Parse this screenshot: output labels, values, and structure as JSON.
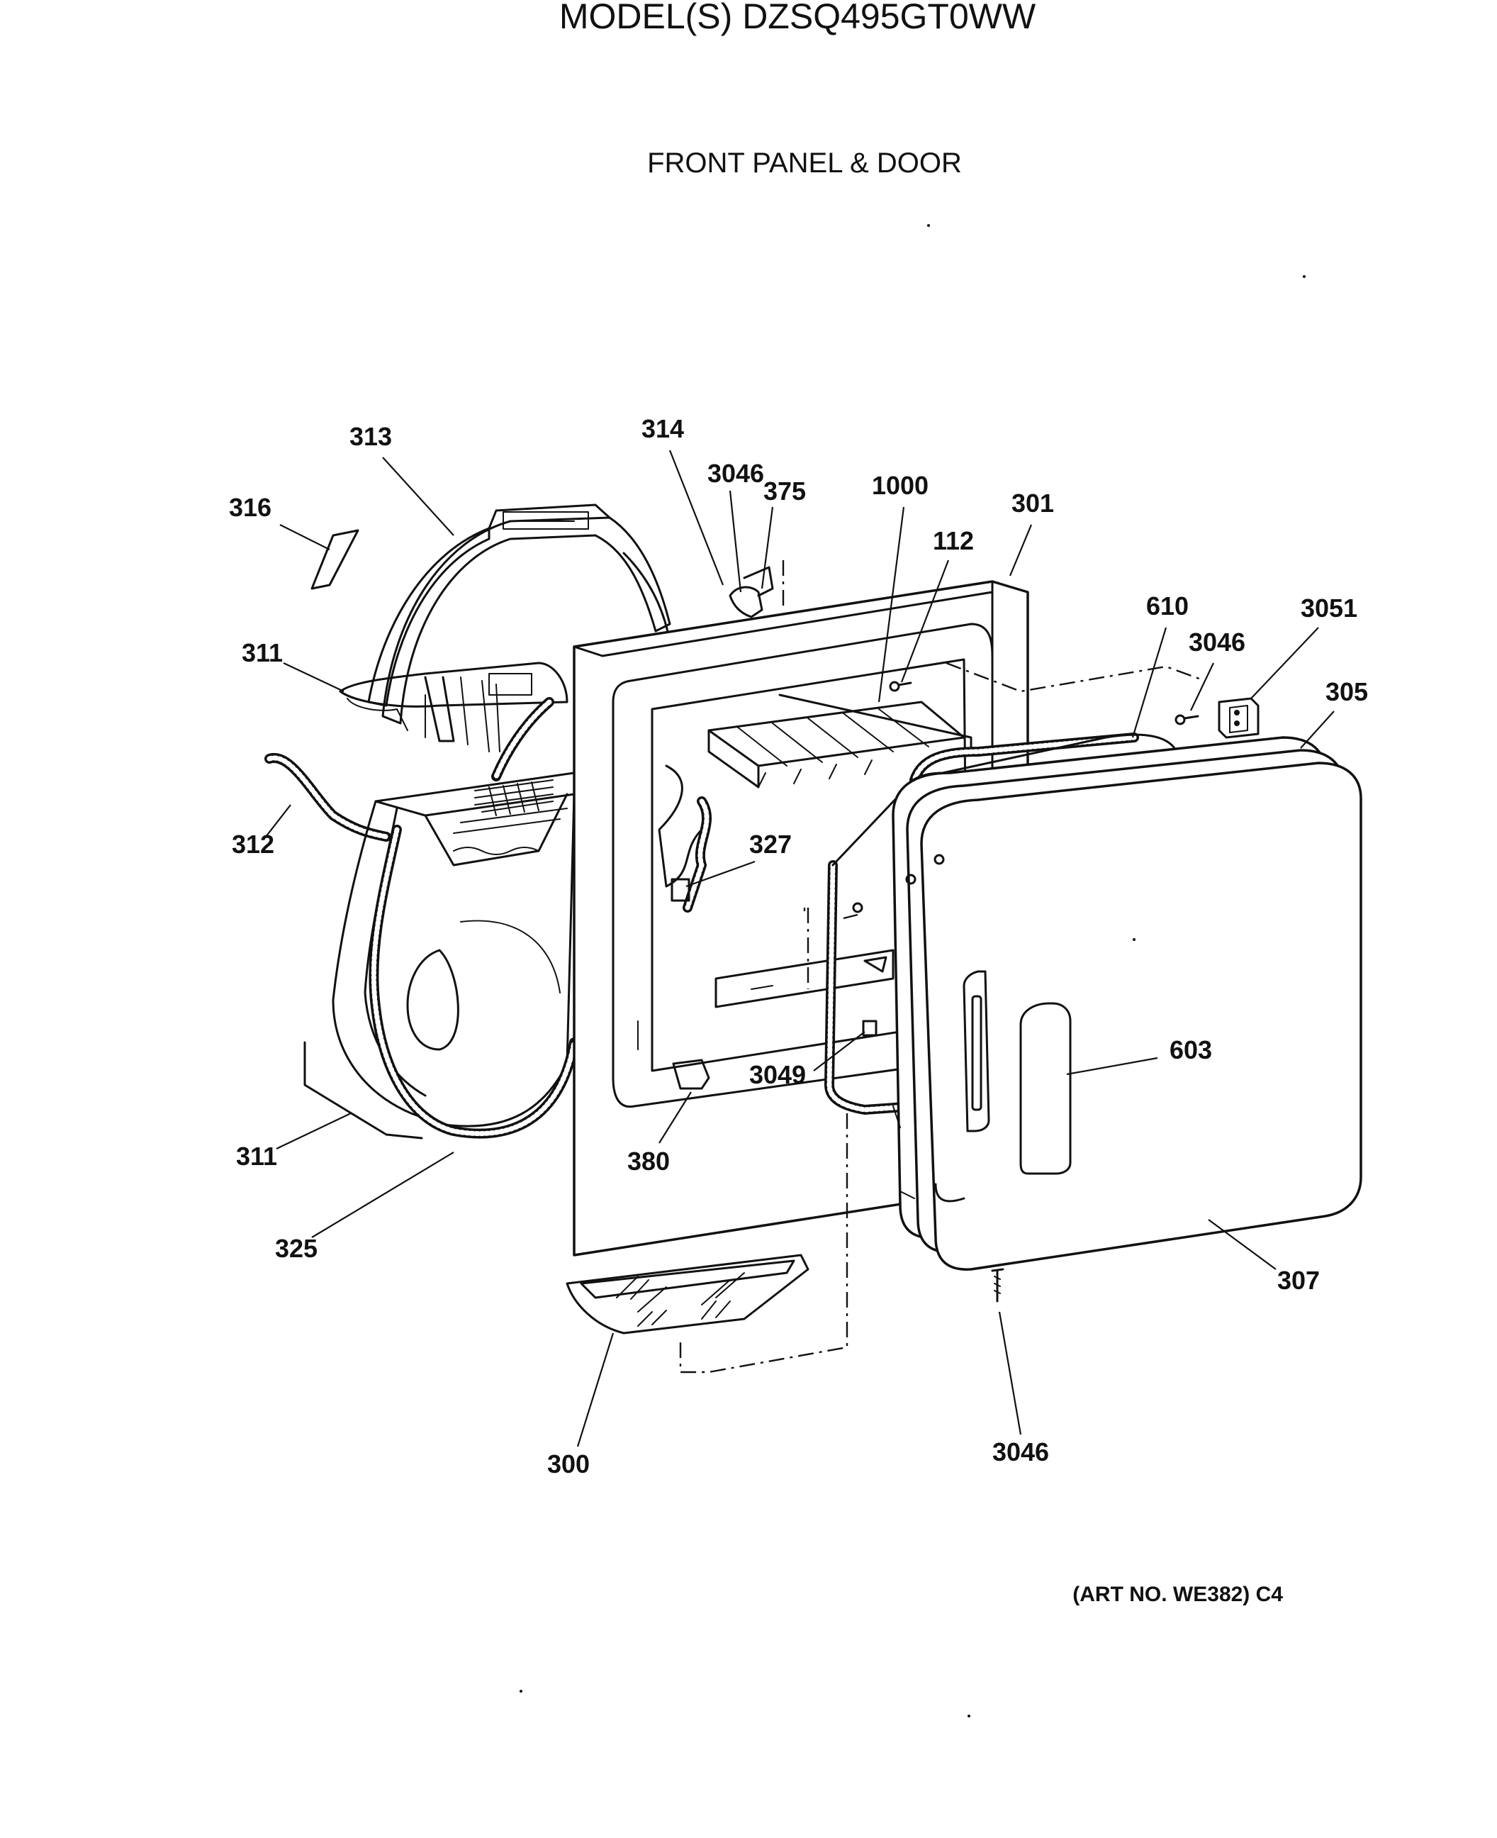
{
  "header": {
    "model": "MODEL(S) DZSQ495GT0WW",
    "section": "FRONT PANEL & DOOR"
  },
  "footer": {
    "art_no": "(ART NO. WE382) C4"
  },
  "callouts": [
    {
      "id": "c313",
      "label": "313"
    },
    {
      "id": "c316",
      "label": "316"
    },
    {
      "id": "c314",
      "label": "314"
    },
    {
      "id": "c3046a",
      "label": "3046"
    },
    {
      "id": "c375",
      "label": "375"
    },
    {
      "id": "c1000",
      "label": "1000"
    },
    {
      "id": "c301",
      "label": "301"
    },
    {
      "id": "c112",
      "label": "112"
    },
    {
      "id": "c610",
      "label": "610"
    },
    {
      "id": "c3051",
      "label": "3051"
    },
    {
      "id": "c3046b",
      "label": "3046"
    },
    {
      "id": "c305",
      "label": "305"
    },
    {
      "id": "c311a",
      "label": "311"
    },
    {
      "id": "c312",
      "label": "312"
    },
    {
      "id": "c327",
      "label": "327"
    },
    {
      "id": "c603",
      "label": "603"
    },
    {
      "id": "c3049",
      "label": "3049"
    },
    {
      "id": "c380",
      "label": "380"
    },
    {
      "id": "c311b",
      "label": "311"
    },
    {
      "id": "c325",
      "label": "325"
    },
    {
      "id": "c307",
      "label": "307"
    },
    {
      "id": "c300",
      "label": "300"
    },
    {
      "id": "c3046c",
      "label": "3046"
    }
  ]
}
